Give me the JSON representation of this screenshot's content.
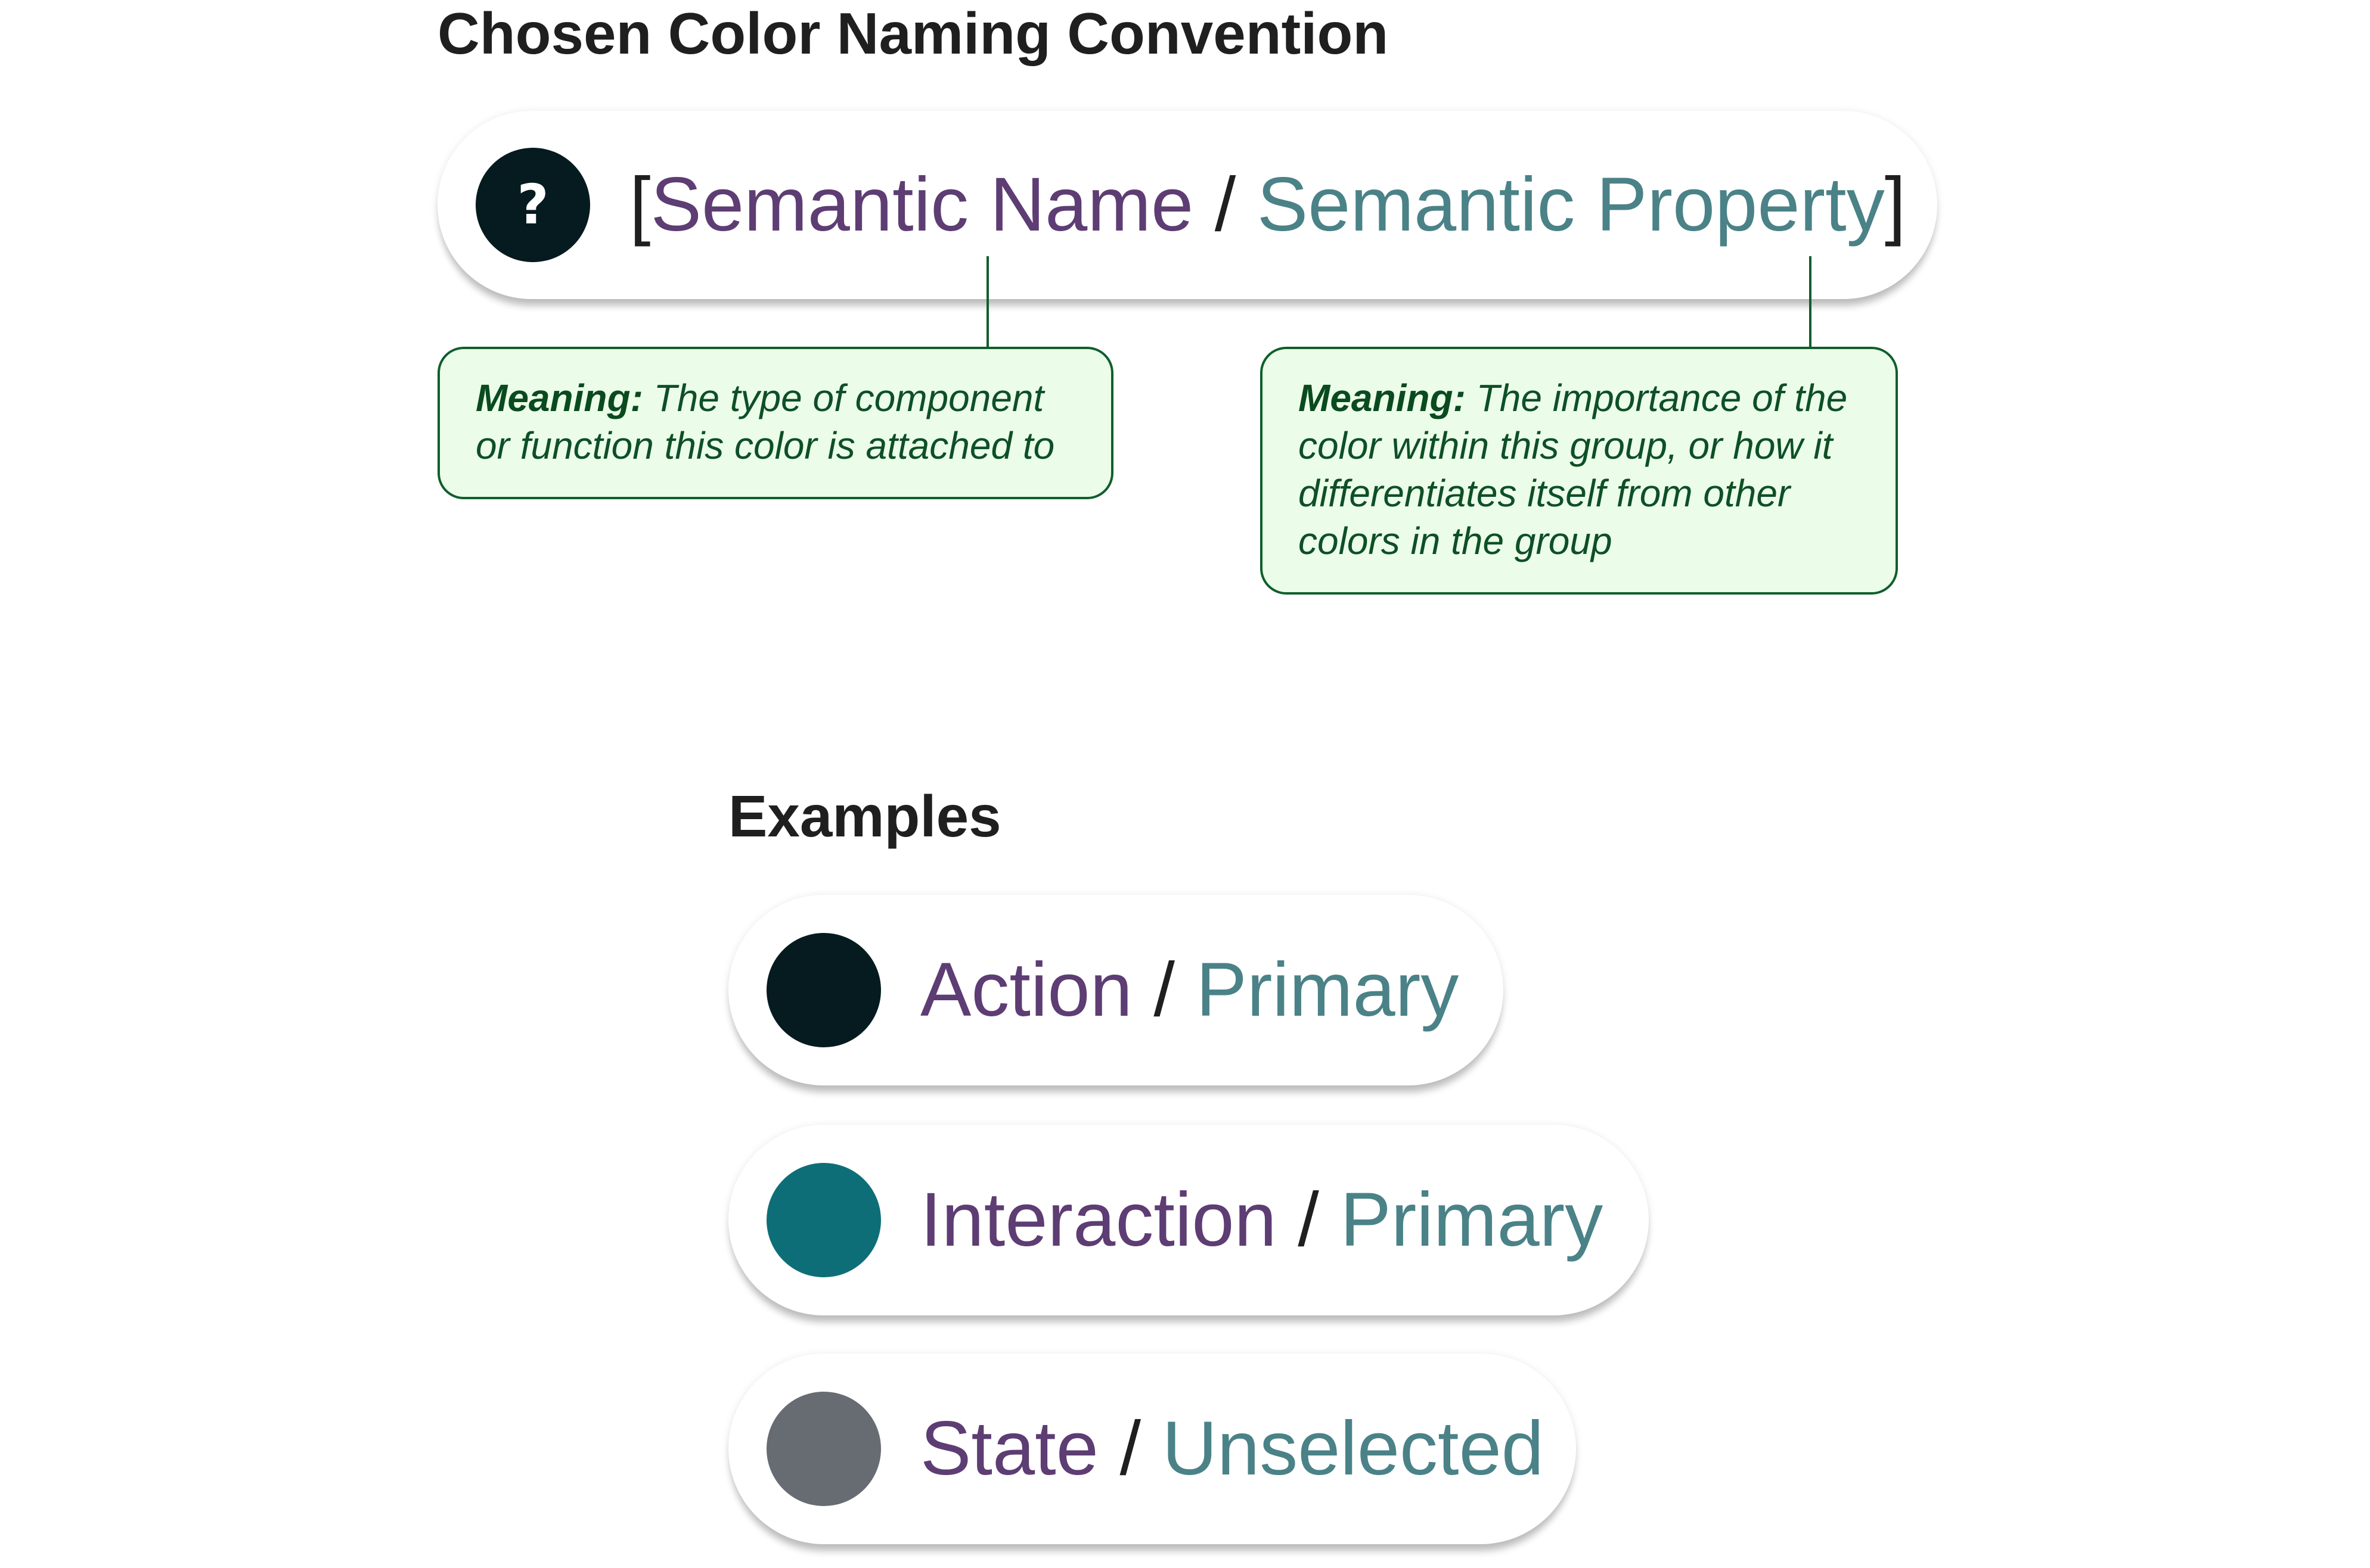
{
  "title": "Chosen Color Naming Convention",
  "convention": {
    "icon": "question-mark-icon",
    "icon_glyph": "?",
    "icon_color": "#061b1f",
    "open_bracket": "[",
    "name_part": "Semantic Name",
    "separator": "/",
    "property_part": "Semantic Property",
    "close_bracket": "]"
  },
  "meanings": [
    {
      "label": "Meaning:",
      "text": "The type of component or function this color is attached to"
    },
    {
      "label": "Meaning:",
      "text": "The importance of the color within this group, or how it differentiates itself from other colors in the group"
    }
  ],
  "examples_title": "Examples",
  "examples": [
    {
      "name": "Action",
      "separator": "/",
      "property": "Primary",
      "swatch_color": "#061b1f"
    },
    {
      "name": "Interaction",
      "separator": "/",
      "property": "Primary",
      "swatch_color": "#0d6e77"
    },
    {
      "name": "State",
      "separator": "/",
      "property": "Unselected",
      "swatch_color": "#676b72"
    }
  ],
  "colors": {
    "name_text": "#5d3d73",
    "property_text": "#4a8287",
    "meaning_border": "#0f5f2c",
    "meaning_background": "#ebfde8"
  }
}
